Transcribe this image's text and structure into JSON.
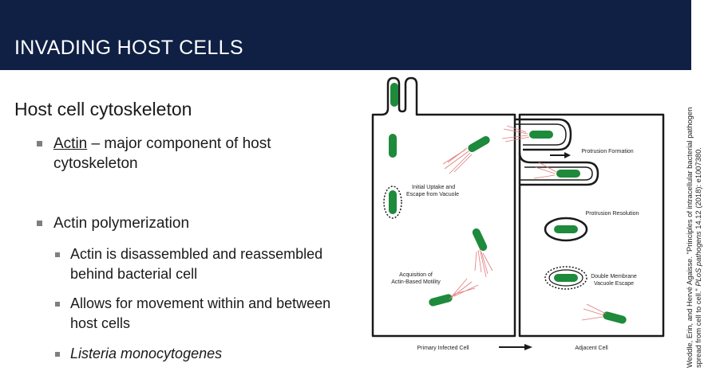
{
  "slide": {
    "title": "INVADING HOST CELLS",
    "heading": "Host cell cytoskeleton",
    "bullets": [
      {
        "underlined": "Actin",
        "rest": " – major component of host cytoskeleton"
      },
      {
        "text": "Actin polymerization"
      }
    ],
    "sub_bullets": [
      "Actin is disassembled and reassembled behind bacterial cell",
      "Allows for movement within and between host cells",
      "Listeria monocytogenes"
    ]
  },
  "figure": {
    "labels": {
      "uptake_1": "Initial Uptake and",
      "uptake_2": "Escape from Vacuole",
      "motility_1": "Acquisition of",
      "motility_2": "Actin-Based Motility",
      "protrusion_formation": "Protrusion Formation",
      "protrusion_resolution": "Protrusion Resolution",
      "double_1": "Double Membrane",
      "double_2": "Vacuole Escape",
      "primary": "Primary Infected Cell",
      "adjacent": "Adjacent Cell"
    },
    "colors": {
      "bacterium": "#1e8a3c",
      "actin": "#e07a7a",
      "membrane": "#1a1a1a"
    }
  },
  "citation": {
    "pre": "Weddle, Erin, and Hervé Agaisse. \"Principles of intracellular bacterial pathogen spread from cell to cell.\" ",
    "journal": "PLoS pathogens",
    "post": " 14.12 (2018): e1007380."
  }
}
